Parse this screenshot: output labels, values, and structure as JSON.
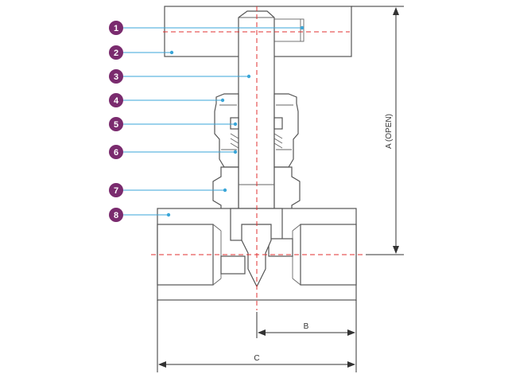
{
  "colors": {
    "badge": "#7a2b6e",
    "leader": "#3aa6d8",
    "centerline": "#e03030",
    "outline": "#555555"
  },
  "callouts": [
    {
      "label": "1"
    },
    {
      "label": "2"
    },
    {
      "label": "3"
    },
    {
      "label": "4"
    },
    {
      "label": "5"
    },
    {
      "label": "6"
    },
    {
      "label": "7"
    },
    {
      "label": "8"
    }
  ],
  "dimensions": {
    "a": "A (OPEN)",
    "b": "B",
    "c": "C"
  }
}
